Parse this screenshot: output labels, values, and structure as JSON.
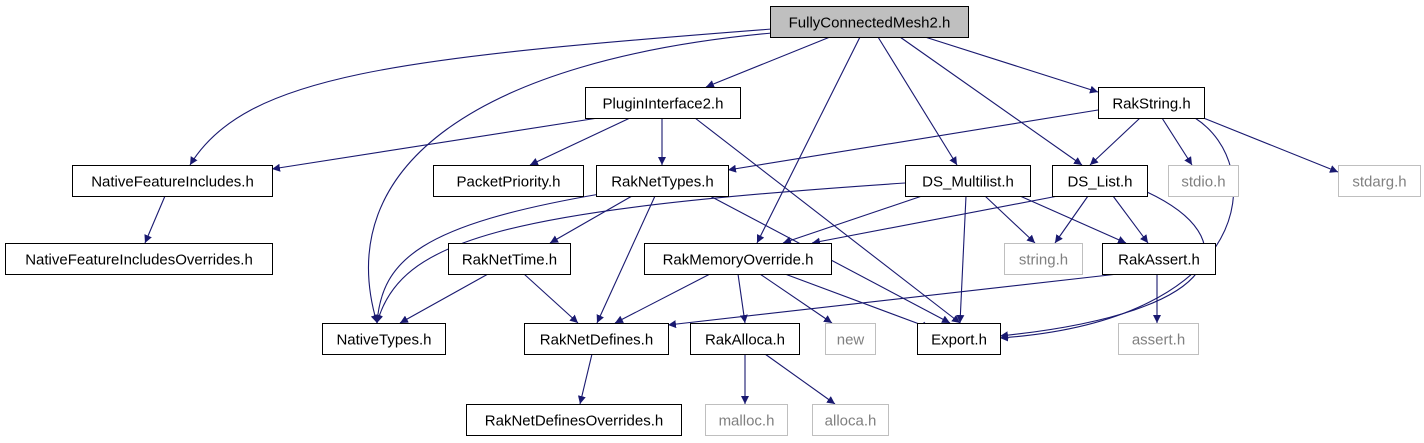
{
  "colors": {
    "edge": "#191970",
    "root_fill": "#bfbfbf",
    "box_border": "#000000",
    "external_border": "#bfbfbf",
    "external_text": "#808080",
    "text": "#000000",
    "fill": "#ffffff"
  },
  "nodes": [
    {
      "id": "fcm2",
      "label": "FullyConnectedMesh2.h",
      "style": "root"
    },
    {
      "id": "plugin",
      "label": "PluginInterface2.h",
      "style": "normal"
    },
    {
      "id": "rakstring",
      "label": "RakString.h",
      "style": "normal"
    },
    {
      "id": "nfi",
      "label": "NativeFeatureIncludes.h",
      "style": "normal"
    },
    {
      "id": "packetprio",
      "label": "PacketPriority.h",
      "style": "normal"
    },
    {
      "id": "raknettypes",
      "label": "RakNetTypes.h",
      "style": "normal"
    },
    {
      "id": "multilist",
      "label": "DS_Multilist.h",
      "style": "normal"
    },
    {
      "id": "dslist",
      "label": "DS_List.h",
      "style": "normal"
    },
    {
      "id": "stdio",
      "label": "stdio.h",
      "style": "external"
    },
    {
      "id": "stdarg",
      "label": "stdarg.h",
      "style": "external"
    },
    {
      "id": "nfio",
      "label": "NativeFeatureIncludesOverrides.h",
      "style": "normal"
    },
    {
      "id": "raknettime",
      "label": "RakNetTime.h",
      "style": "normal"
    },
    {
      "id": "rakmem",
      "label": "RakMemoryOverride.h",
      "style": "normal"
    },
    {
      "id": "string",
      "label": "string.h",
      "style": "external"
    },
    {
      "id": "rakassert",
      "label": "RakAssert.h",
      "style": "normal"
    },
    {
      "id": "nativetypes",
      "label": "NativeTypes.h",
      "style": "normal"
    },
    {
      "id": "raknetdefines",
      "label": "RakNetDefines.h",
      "style": "normal"
    },
    {
      "id": "rakalloca",
      "label": "RakAlloca.h",
      "style": "normal"
    },
    {
      "id": "new",
      "label": "new",
      "style": "external"
    },
    {
      "id": "export",
      "label": "Export.h",
      "style": "normal"
    },
    {
      "id": "assert",
      "label": "assert.h",
      "style": "external"
    },
    {
      "id": "rndo",
      "label": "RakNetDefinesOverrides.h",
      "style": "normal"
    },
    {
      "id": "malloc",
      "label": "malloc.h",
      "style": "external"
    },
    {
      "id": "alloca",
      "label": "alloca.h",
      "style": "external"
    }
  ],
  "edges": [
    {
      "from": "fcm2",
      "to": "plugin"
    },
    {
      "from": "fcm2",
      "to": "rakstring"
    },
    {
      "from": "fcm2",
      "to": "nfi"
    },
    {
      "from": "fcm2",
      "to": "nativetypes"
    },
    {
      "from": "fcm2",
      "to": "rakmem"
    },
    {
      "from": "fcm2",
      "to": "multilist"
    },
    {
      "from": "fcm2",
      "to": "dslist"
    },
    {
      "from": "plugin",
      "to": "nfi"
    },
    {
      "from": "plugin",
      "to": "packetprio"
    },
    {
      "from": "plugin",
      "to": "raknettypes"
    },
    {
      "from": "plugin",
      "to": "export"
    },
    {
      "from": "rakstring",
      "to": "raknettypes"
    },
    {
      "from": "rakstring",
      "to": "dslist"
    },
    {
      "from": "rakstring",
      "to": "stdio"
    },
    {
      "from": "rakstring",
      "to": "stdarg"
    },
    {
      "from": "rakstring",
      "to": "export"
    },
    {
      "from": "nfi",
      "to": "nfio"
    },
    {
      "from": "raknettypes",
      "to": "raknettime"
    },
    {
      "from": "raknettypes",
      "to": "nativetypes"
    },
    {
      "from": "raknettypes",
      "to": "raknetdefines"
    },
    {
      "from": "raknettypes",
      "to": "export"
    },
    {
      "from": "multilist",
      "to": "rakmem"
    },
    {
      "from": "multilist",
      "to": "string"
    },
    {
      "from": "multilist",
      "to": "rakassert"
    },
    {
      "from": "multilist",
      "to": "export"
    },
    {
      "from": "multilist",
      "to": "nativetypes"
    },
    {
      "from": "dslist",
      "to": "string"
    },
    {
      "from": "dslist",
      "to": "rakassert"
    },
    {
      "from": "dslist",
      "to": "rakmem"
    },
    {
      "from": "dslist",
      "to": "export"
    },
    {
      "from": "raknettime",
      "to": "nativetypes"
    },
    {
      "from": "raknettime",
      "to": "raknetdefines"
    },
    {
      "from": "rakmem",
      "to": "raknetdefines"
    },
    {
      "from": "rakmem",
      "to": "rakalloca"
    },
    {
      "from": "rakmem",
      "to": "new"
    },
    {
      "from": "rakmem",
      "to": "export"
    },
    {
      "from": "rakassert",
      "to": "assert"
    },
    {
      "from": "rakassert",
      "to": "raknetdefines"
    },
    {
      "from": "raknetdefines",
      "to": "rndo"
    },
    {
      "from": "rakalloca",
      "to": "malloc"
    },
    {
      "from": "rakalloca",
      "to": "alloca"
    }
  ]
}
